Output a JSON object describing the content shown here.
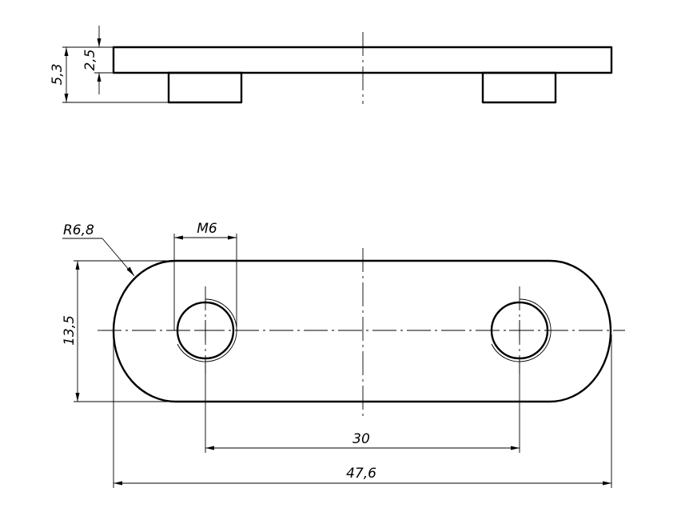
{
  "drawing": {
    "dimensions": {
      "side_total_thickness": "5,3",
      "side_plate_thickness": "2,5",
      "corner_radius": "R6,8",
      "thread": "M6",
      "width": "13,5",
      "hole_spacing": "30",
      "overall_length": "47,6"
    }
  }
}
